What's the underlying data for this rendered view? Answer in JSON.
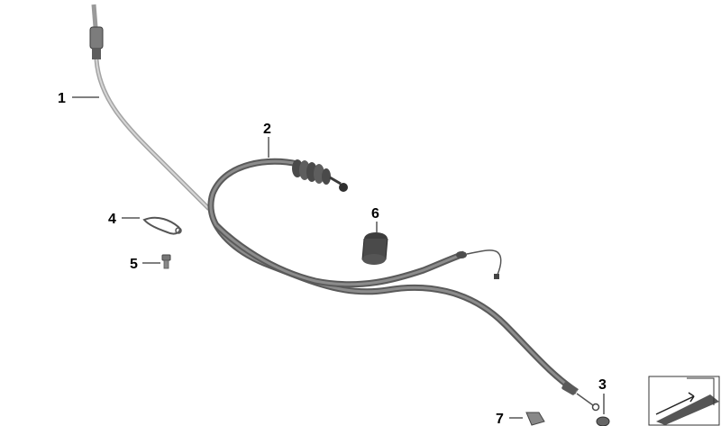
{
  "diagram": {
    "callouts": [
      {
        "id": "1",
        "label": "1"
      },
      {
        "id": "2",
        "label": "2"
      },
      {
        "id": "3",
        "label": "3"
      },
      {
        "id": "4",
        "label": "4"
      },
      {
        "id": "5",
        "label": "5"
      },
      {
        "id": "6",
        "label": "6"
      },
      {
        "id": "7",
        "label": "7"
      }
    ]
  },
  "colors": {
    "background": "#ffffff",
    "cable": "#6f6f6f",
    "cable_dark": "#3a3a3a",
    "parts_metal": "#8a8a8a",
    "text": "#000000"
  }
}
